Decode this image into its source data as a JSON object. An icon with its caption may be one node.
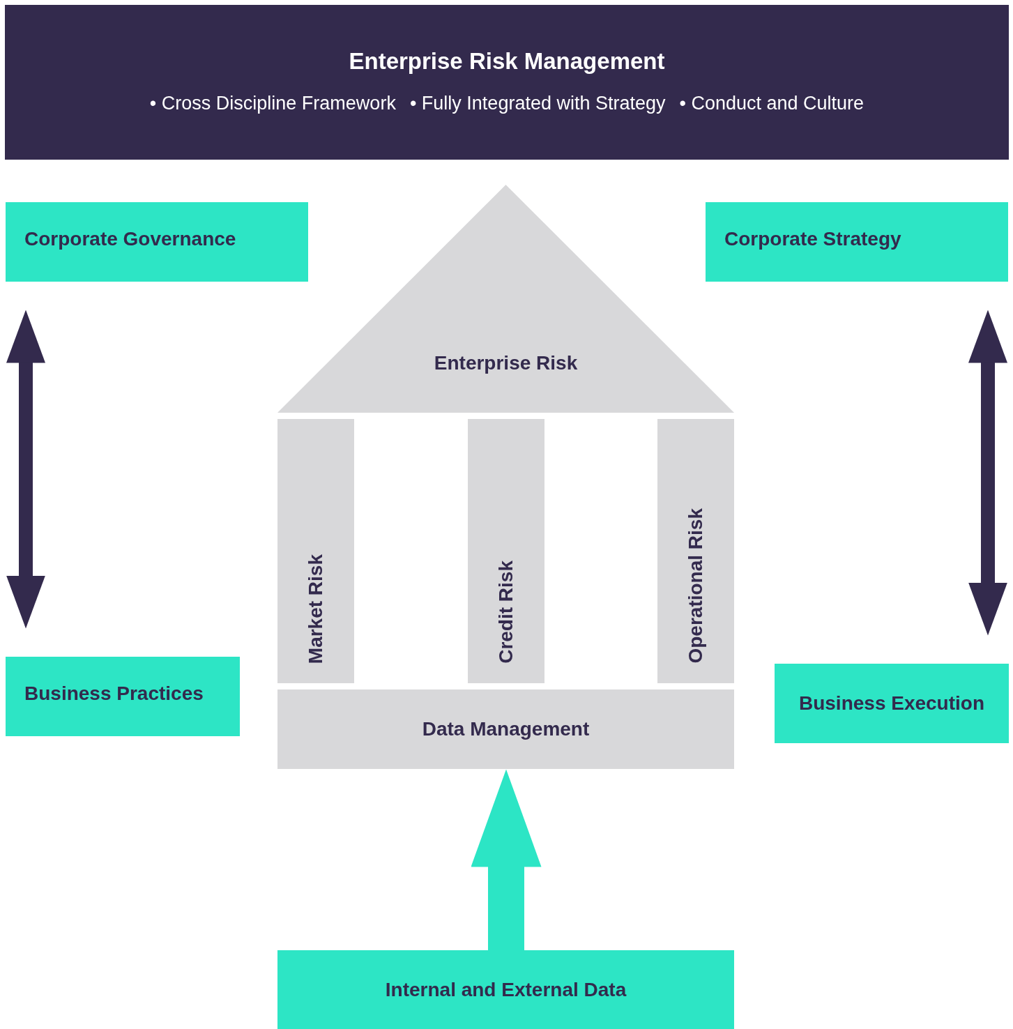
{
  "diagram": {
    "nodes": [
      {
        "text": [
          "Enterprise Risk Management",
          "• Cross Discipline Framework",
          "• Fully Integrated with Strategy",
          "• Conduct and Culture"
        ]
      },
      {
        "text": [
          "Corporate Governance"
        ]
      },
      {
        "text": [
          "Corporate Strategy"
        ]
      },
      {
        "text": [
          "Enterprise Risk"
        ]
      },
      {
        "text": [
          "Market Risk"
        ]
      },
      {
        "text": [
          "Credit Risk"
        ]
      },
      {
        "text": [
          "Operational Risk"
        ]
      },
      {
        "text": [
          "Business Practices"
        ]
      },
      {
        "text": [
          "Business Execution"
        ]
      },
      {
        "text": [
          "Data Management"
        ]
      },
      {
        "text": [
          "Internal and External Data"
        ]
      }
    ],
    "edges": [
      {
        "from": 1,
        "to": 7,
        "arrow": "both"
      },
      {
        "from": 2,
        "to": 8,
        "arrow": "both"
      },
      {
        "from": 10,
        "to": 9,
        "arrow": "to",
        "style": "thick",
        "color": "#2ce5c5"
      }
    ]
  }
}
